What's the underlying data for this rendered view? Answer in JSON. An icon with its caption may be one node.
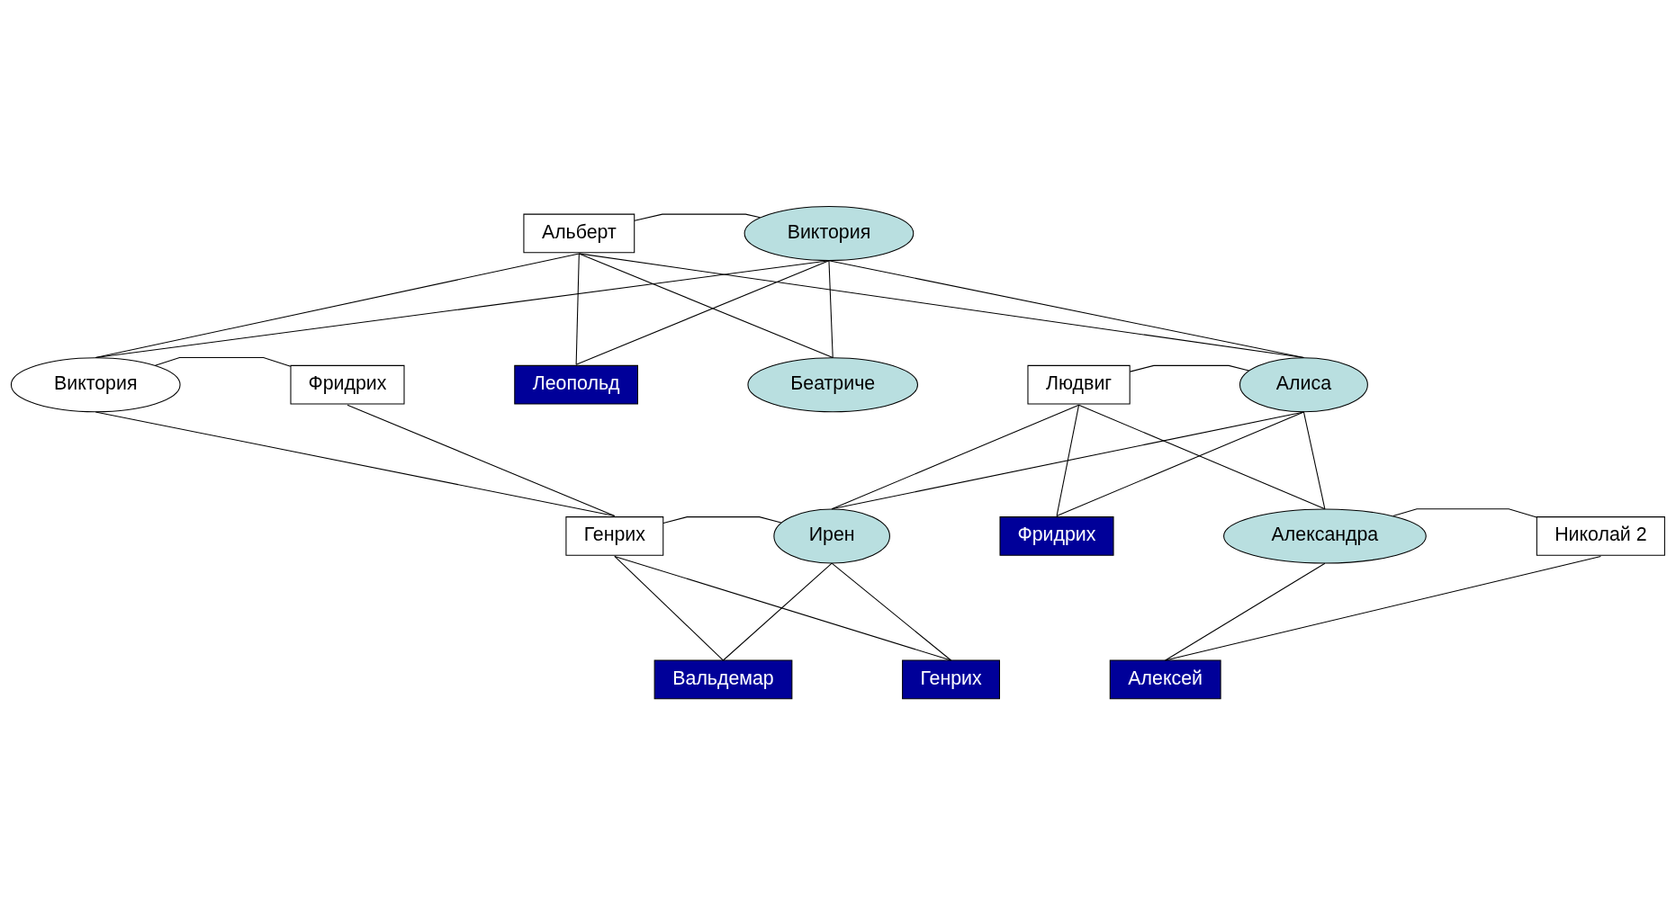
{
  "diagram": {
    "nodes": [
      {
        "text": [
          "Альберт"
        ]
      },
      {
        "text": [
          "Виктория"
        ]
      },
      {
        "text": [
          "Леопольд"
        ]
      },
      {
        "text": [
          "Беатриче"
        ]
      },
      {
        "text": [
          "Людвиг"
        ]
      },
      {
        "text": [
          "Алиса"
        ]
      },
      {
        "text": [
          "Виктория"
        ]
      },
      {
        "text": [
          "Фридрих"
        ]
      },
      {
        "text": [
          "Ирен"
        ]
      },
      {
        "text": [
          "Фридрих"
        ]
      },
      {
        "text": [
          "Александра"
        ]
      },
      {
        "text": [
          "Николай 2"
        ]
      },
      {
        "text": [
          "Генрих"
        ]
      },
      {
        "text": [
          "Вальдемар"
        ]
      },
      {
        "text": [
          "Генрих"
        ]
      },
      {
        "text": [
          "Алексей"
        ]
      }
    ],
    "edges": [
      {
        "from": 0,
        "to": 1,
        "arrow": "none"
      },
      {
        "from": 0,
        "to": 6,
        "arrow": "none"
      },
      {
        "from": 1,
        "to": 6,
        "arrow": "none"
      },
      {
        "from": 0,
        "to": 2,
        "arrow": "none"
      },
      {
        "from": 1,
        "to": 2,
        "arrow": "none"
      },
      {
        "from": 0,
        "to": 3,
        "arrow": "none"
      },
      {
        "from": 1,
        "to": 3,
        "arrow": "none"
      },
      {
        "from": 0,
        "to": 5,
        "arrow": "none"
      },
      {
        "from": 1,
        "to": 5,
        "arrow": "none"
      },
      {
        "from": 6,
        "to": 7,
        "arrow": "none"
      },
      {
        "from": 6,
        "to": 12,
        "arrow": "none"
      },
      {
        "from": 7,
        "to": 12,
        "arrow": "none"
      },
      {
        "from": 4,
        "to": 5,
        "arrow": "none"
      },
      {
        "from": 4,
        "to": 8,
        "arrow": "none"
      },
      {
        "from": 5,
        "to": 8,
        "arrow": "none"
      },
      {
        "from": 4,
        "to": 9,
        "arrow": "none"
      },
      {
        "from": 5,
        "to": 9,
        "arrow": "none"
      },
      {
        "from": 4,
        "to": 10,
        "arrow": "none"
      },
      {
        "from": 5,
        "to": 10,
        "arrow": "none"
      },
      {
        "from": 12,
        "to": 8,
        "arrow": "none"
      },
      {
        "from": 12,
        "to": 13,
        "arrow": "none"
      },
      {
        "from": 8,
        "to": 13,
        "arrow": "none"
      },
      {
        "from": 12,
        "to": 14,
        "arrow": "none"
      },
      {
        "from": 8,
        "to": 14,
        "arrow": "none"
      },
      {
        "from": 10,
        "to": 11,
        "arrow": "none"
      },
      {
        "from": 10,
        "to": 15,
        "arrow": "none"
      },
      {
        "from": 11,
        "to": 15,
        "arrow": "none"
      }
    ]
  }
}
